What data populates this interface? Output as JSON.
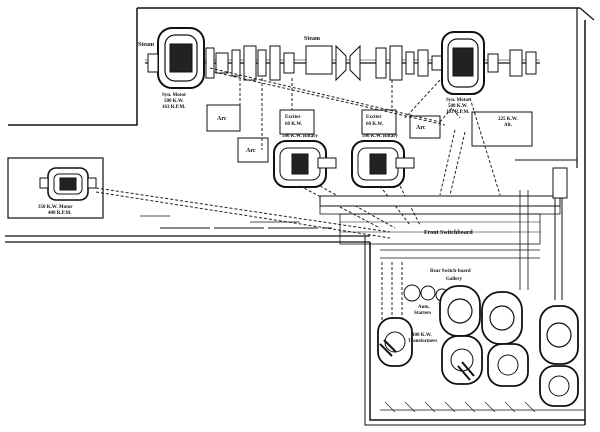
{
  "labels": {
    "steam_left": "Steam",
    "steam_top": "Steam",
    "syn_motor_left": [
      "Syn. Motor",
      "500 K.W.",
      "163 R.P.M."
    ],
    "syn_motor_right": [
      "Syn. Motor",
      "500 K.W.",
      "163 R.P.M."
    ],
    "arc_1": "Arc",
    "arc_2": "Arc",
    "arc_3": "Arc",
    "exciter_1": [
      "Exciter",
      "60 K.W."
    ],
    "exciter_2": [
      "Exciter",
      "60 K.W."
    ],
    "rotary_1": "500 K.W. Rotary",
    "rotary_2": "500 K.W. Rotary",
    "alt": [
      "225 K.W.",
      "Alt."
    ],
    "motor_400": [
      "350 K.W. Motor",
      "400 R.P.M."
    ],
    "front_switchboard": "Front Switchboard",
    "rear_switchboard": [
      "Rear Switch-board",
      "Gallery"
    ],
    "auto_starters": [
      "Auto.",
      "Starters"
    ],
    "transformers": [
      "100 K.W.",
      "Transformers"
    ]
  }
}
